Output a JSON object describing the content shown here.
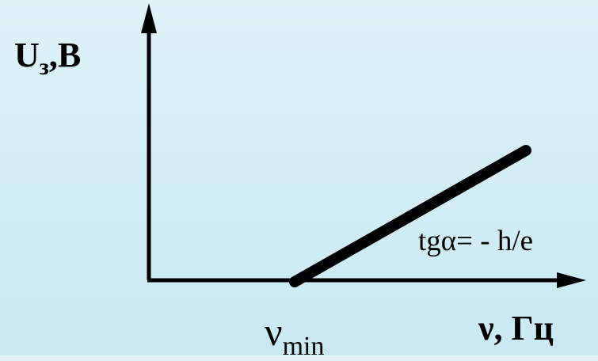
{
  "y_axis": {
    "symbol": "U",
    "subscript": "з",
    "unit": ",В"
  },
  "x_axis": {
    "label": "ν, Гц"
  },
  "threshold": {
    "symbol": "ν",
    "subscript": "min"
  },
  "slope_annotation": "tgα= - h/e",
  "colors": {
    "line": "#000000",
    "background_top": "#dff3f9",
    "background_bottom": "#c9e9f3"
  }
}
